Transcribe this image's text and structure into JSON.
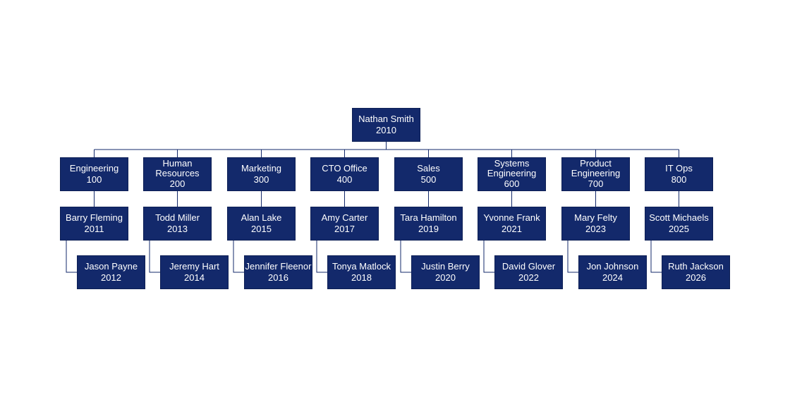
{
  "colors": {
    "box_fill": "#13296b",
    "box_text": "#ffffff",
    "connector": "#13296b",
    "background": "#ffffff"
  },
  "root": {
    "name": "Nathan Smith",
    "code": "2010"
  },
  "departments": [
    {
      "name": "Engineering",
      "code": "100",
      "manager": {
        "name": "Barry Fleming",
        "code": "2011"
      },
      "report": {
        "name": "Jason Payne",
        "code": "2012"
      }
    },
    {
      "name": "Human Resources",
      "code": "200",
      "manager": {
        "name": "Todd Miller",
        "code": "2013"
      },
      "report": {
        "name": "Jeremy Hart",
        "code": "2014"
      }
    },
    {
      "name": "Marketing",
      "code": "300",
      "manager": {
        "name": "Alan Lake",
        "code": "2015"
      },
      "report": {
        "name": "Jennifer Fleenor",
        "code": "2016"
      }
    },
    {
      "name": "CTO Office",
      "code": "400",
      "manager": {
        "name": "Amy Carter",
        "code": "2017"
      },
      "report": {
        "name": "Tonya Matlock",
        "code": "2018"
      }
    },
    {
      "name": "Sales",
      "code": "500",
      "manager": {
        "name": "Tara Hamilton",
        "code": "2019"
      },
      "report": {
        "name": "Justin Berry",
        "code": "2020"
      }
    },
    {
      "name": "Systems Engineering",
      "code": "600",
      "manager": {
        "name": "Yvonne Frank",
        "code": "2021"
      },
      "report": {
        "name": "David Glover",
        "code": "2022"
      }
    },
    {
      "name": "Product Engineering",
      "code": "700",
      "manager": {
        "name": "Mary Felty",
        "code": "2023"
      },
      "report": {
        "name": "Jon Johnson",
        "code": "2024"
      }
    },
    {
      "name": "IT Ops",
      "code": "800",
      "manager": {
        "name": "Scott Michaels",
        "code": "2025"
      },
      "report": {
        "name": "Ruth Jackson",
        "code": "2026"
      }
    }
  ]
}
